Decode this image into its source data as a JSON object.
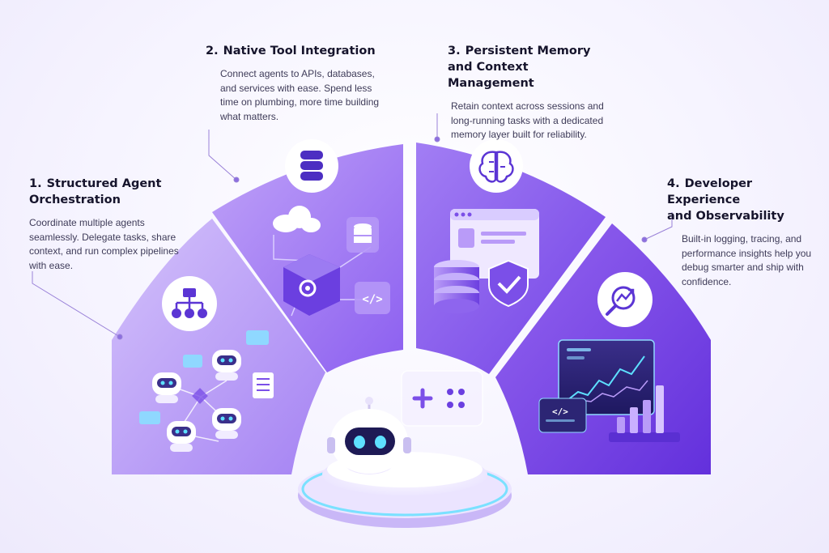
{
  "sections": [
    {
      "number": "1.",
      "title_line1": "Structured Agent",
      "title_line2": "Orchestration",
      "description": "Coordinate multiple agents seamlessly. Delegate tasks, share context, and run complex pipelines with ease.",
      "icon": "org-chart-icon"
    },
    {
      "number": "2.",
      "title_line1": "Native Tool Integration",
      "title_line2": "",
      "description": "Connect agents to APIs, databases, and services with ease. Spend less time on plumbing, more time building what matters.",
      "icon": "database-icon"
    },
    {
      "number": "3.",
      "title_line1": "Persistent Memory",
      "title_line2": "and Context Management",
      "description": "Retain context across sessions and long-running tasks with a dedicated memory layer built for reliability.",
      "icon": "brain-icon"
    },
    {
      "number": "4.",
      "title_line1": "Developer Experience",
      "title_line2": "and Observability",
      "description": "Built-in logging, tracing, and performance insights help you debug smarter and ship with confidence.",
      "icon": "analytics-magnifier-icon"
    }
  ],
  "colors": {
    "accent": "#7b4fe8",
    "segment_1": "#b89cf6",
    "segment_2": "#9c72f0",
    "segment_3": "#8a55ec",
    "segment_4": "#7a43e0",
    "glow": "#5ee0ff"
  },
  "decor": {
    "code_glyph": "</>"
  }
}
